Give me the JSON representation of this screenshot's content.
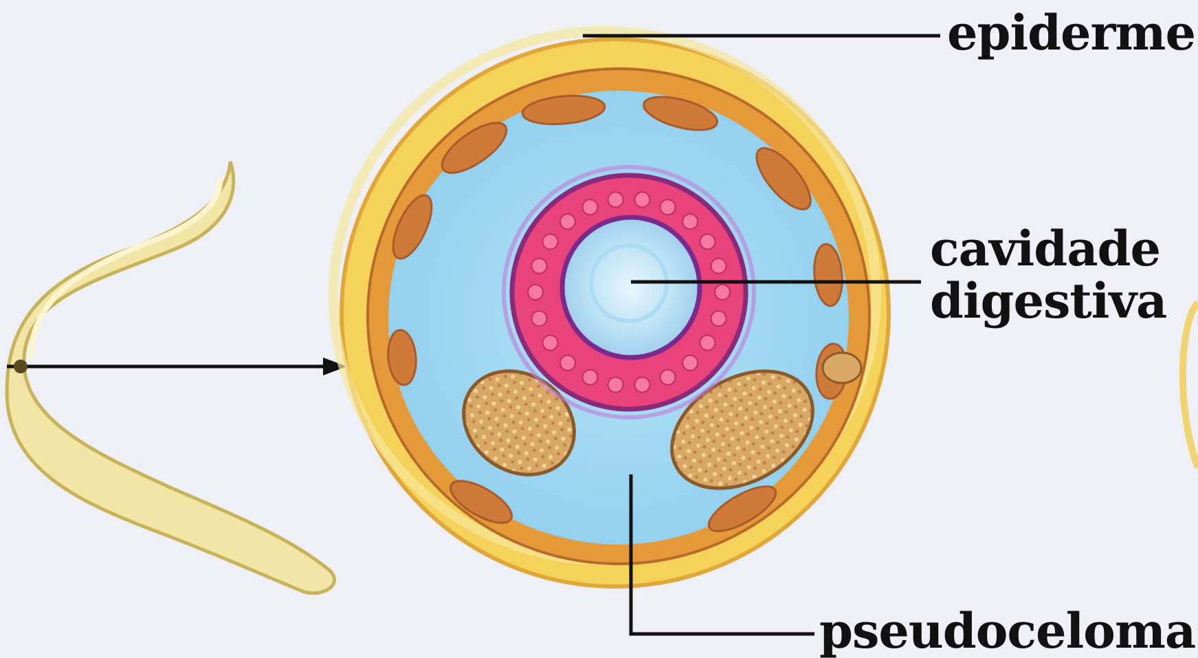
{
  "labels": {
    "epiderme": "epiderme",
    "cavidade_line1": "cavidade",
    "cavidade_line2": "digestiva",
    "pseudoceloma": "pseudoceloma"
  },
  "colors": {
    "background": "#eef0f5",
    "worm_body": "#f1e6a6",
    "worm_outline": "#c8b25a",
    "outer_ring": "#f2c94c",
    "muscle_layer": "#e59a3a",
    "muscle_cells": "#d07a3a",
    "body_cavity": "#9fd8f2",
    "gut_wall": "#e8437a",
    "gut_wall_dark": "#8a2a7a",
    "gut_lumen": "#bfe3f5",
    "cord_fill": "#d9a866",
    "leader_line": "#111111"
  }
}
